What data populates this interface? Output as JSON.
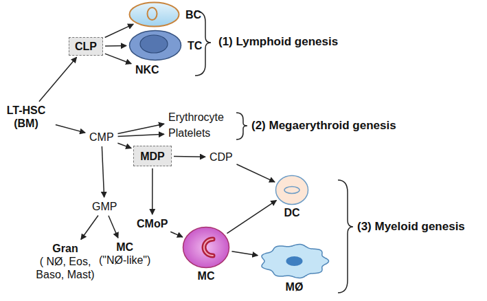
{
  "diagram": {
    "nodes": [
      {
        "text": [
          "LT-HSC (BM)"
        ]
      },
      {
        "text": [
          "CLP"
        ]
      },
      {
        "text": [
          "BC"
        ]
      },
      {
        "text": [
          "TC"
        ]
      },
      {
        "text": [
          "NKC"
        ]
      },
      {
        "text": [
          "CMP"
        ]
      },
      {
        "text": [
          "Erythrocyte"
        ]
      },
      {
        "text": [
          "Platelets"
        ]
      },
      {
        "text": [
          "MDP"
        ]
      },
      {
        "text": [
          "CDP"
        ]
      },
      {
        "text": [
          "GMP"
        ]
      },
      {
        "text": [
          "CMoP"
        ]
      },
      {
        "text": [
          "Gran",
          "( NØ, Eos, Baso, Mast)"
        ]
      },
      {
        "text": [
          "MC",
          "(\"NØ-like\")"
        ]
      },
      {
        "text": [
          "DC"
        ]
      },
      {
        "text": [
          "MC"
        ]
      },
      {
        "text": [
          "MØ"
        ]
      }
    ],
    "edges": [
      {
        "from": 0,
        "to": 1,
        "arrow": "to"
      },
      {
        "from": 1,
        "to": 2,
        "arrow": "to"
      },
      {
        "from": 1,
        "to": 3,
        "arrow": "to"
      },
      {
        "from": 1,
        "to": 4,
        "arrow": "to"
      },
      {
        "from": 0,
        "to": 5,
        "arrow": "to"
      },
      {
        "from": 5,
        "to": 6,
        "arrow": "to"
      },
      {
        "from": 5,
        "to": 7,
        "arrow": "to"
      },
      {
        "from": 5,
        "to": 8,
        "arrow": "to"
      },
      {
        "from": 5,
        "to": 10,
        "arrow": "to"
      },
      {
        "from": 8,
        "to": 9,
        "arrow": "to"
      },
      {
        "from": 8,
        "to": 11,
        "arrow": "to"
      },
      {
        "from": 9,
        "to": 14,
        "arrow": "to"
      },
      {
        "from": 11,
        "to": 15,
        "arrow": "to"
      },
      {
        "from": 15,
        "to": 14,
        "arrow": "to"
      },
      {
        "from": 15,
        "to": 16,
        "arrow": "to"
      },
      {
        "from": 10,
        "to": 12,
        "arrow": "to"
      },
      {
        "from": 10,
        "to": 13,
        "arrow": "to"
      }
    ],
    "labels": [
      "(1) Lymphoid genesis",
      "(2) Megaerythroid genesis",
      "(3) Myeloid genesis"
    ]
  }
}
